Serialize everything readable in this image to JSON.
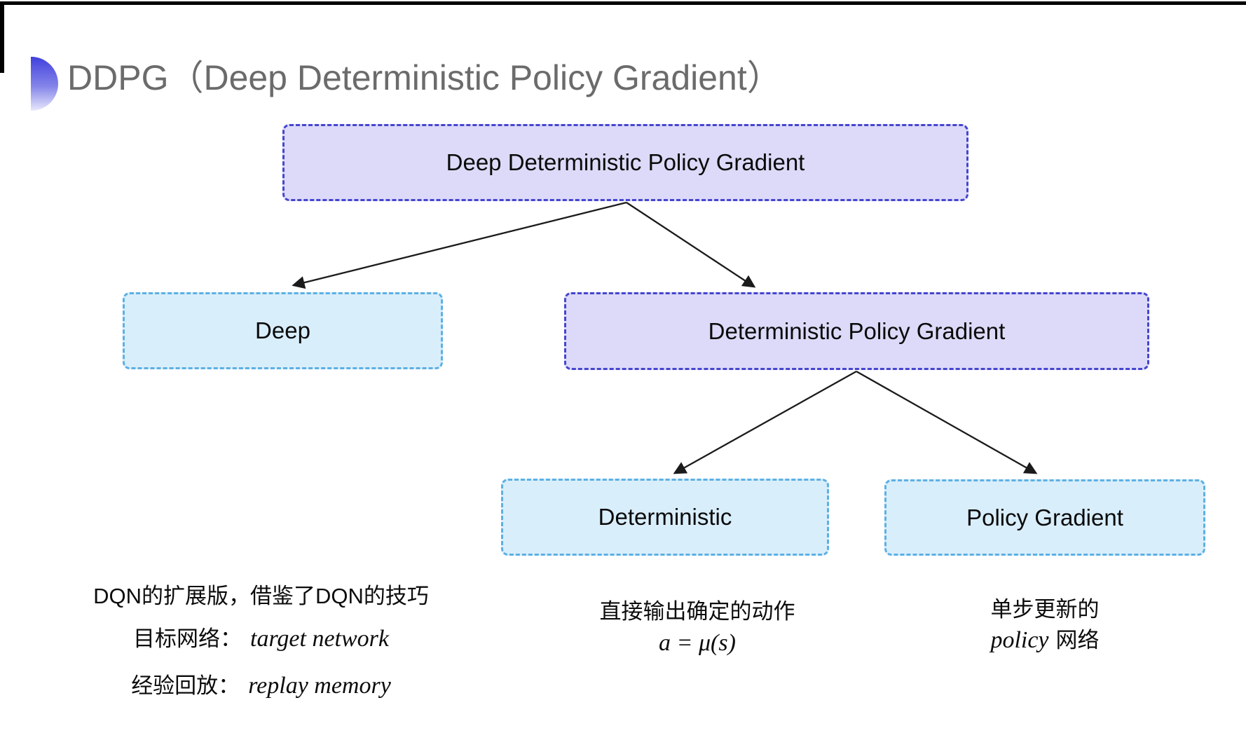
{
  "slide": {
    "title": "DDPG（Deep Deterministic Policy Gradient）"
  },
  "nodes": {
    "root": {
      "label": "Deep Deterministic Policy Gradient"
    },
    "deep": {
      "label": "Deep"
    },
    "dpg": {
      "label": "Deterministic Policy Gradient"
    },
    "deterministic": {
      "label": "Deterministic"
    },
    "policy_gradient": {
      "label": "Policy Gradient"
    }
  },
  "notes": {
    "deep": {
      "line1": "DQN的扩展版，借鉴了DQN的技巧",
      "line2_label": "目标网络：",
      "line2_term": "target network",
      "line3_label": "经验回放：",
      "line3_term": "replay memory"
    },
    "deterministic": {
      "line1": "直接输出确定的动作",
      "formula": "a = μ(s)"
    },
    "policy_gradient": {
      "line1": "单步更新的",
      "line2_term": "policy",
      "line2_label": "网络"
    }
  },
  "colors": {
    "purple_fill": "#dcdaf8",
    "purple_border": "#4545cf",
    "blue_fill": "#d9eefb",
    "blue_border": "#5cb0e4",
    "arrow": "#1b1b1b",
    "title_text": "#6b6b6b",
    "bullet_gradient_top": "#4040dd",
    "bullet_gradient_bottom": "#e8e8fb"
  }
}
